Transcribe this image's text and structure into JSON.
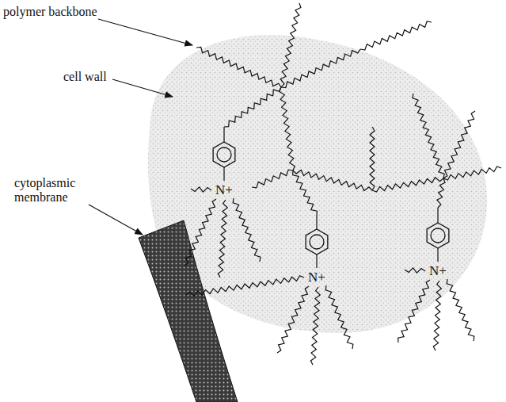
{
  "diagram": {
    "labels": [
      "polymer backbone",
      "cell wall",
      "cytoplasmic membrane",
      "N+",
      "N+",
      "N+"
    ]
  }
}
